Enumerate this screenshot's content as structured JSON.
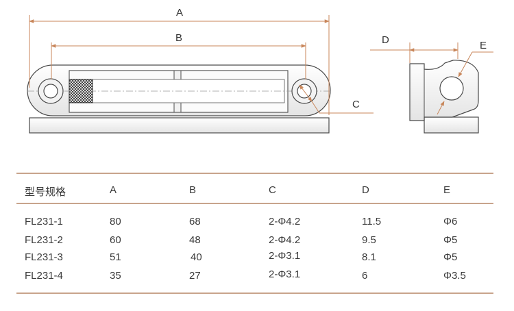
{
  "dimensions": {
    "a": "A",
    "b": "B",
    "c": "C",
    "d": "D",
    "e": "E"
  },
  "table": {
    "headers": [
      "型号规格",
      "A",
      "B",
      "C",
      "D",
      "E"
    ],
    "rows": [
      [
        "FL231-1",
        "80",
        "68",
        "2-Φ4.2",
        "11.5",
        "Φ6"
      ],
      [
        "FL231-2",
        "60",
        "48",
        "2-Φ4.2",
        "9.5",
        "Φ5"
      ],
      [
        "FL231-3",
        "51",
        "40",
        "2-Φ3.1",
        "8.1",
        "Φ5"
      ],
      [
        "FL231-4",
        "35",
        "27",
        "2-Φ3.1",
        "6",
        "Φ3.5"
      ]
    ]
  },
  "colors": {
    "dimension_line": "#c8865a",
    "table_rule": "#c8a48c",
    "outline": "#4a4a4a"
  }
}
